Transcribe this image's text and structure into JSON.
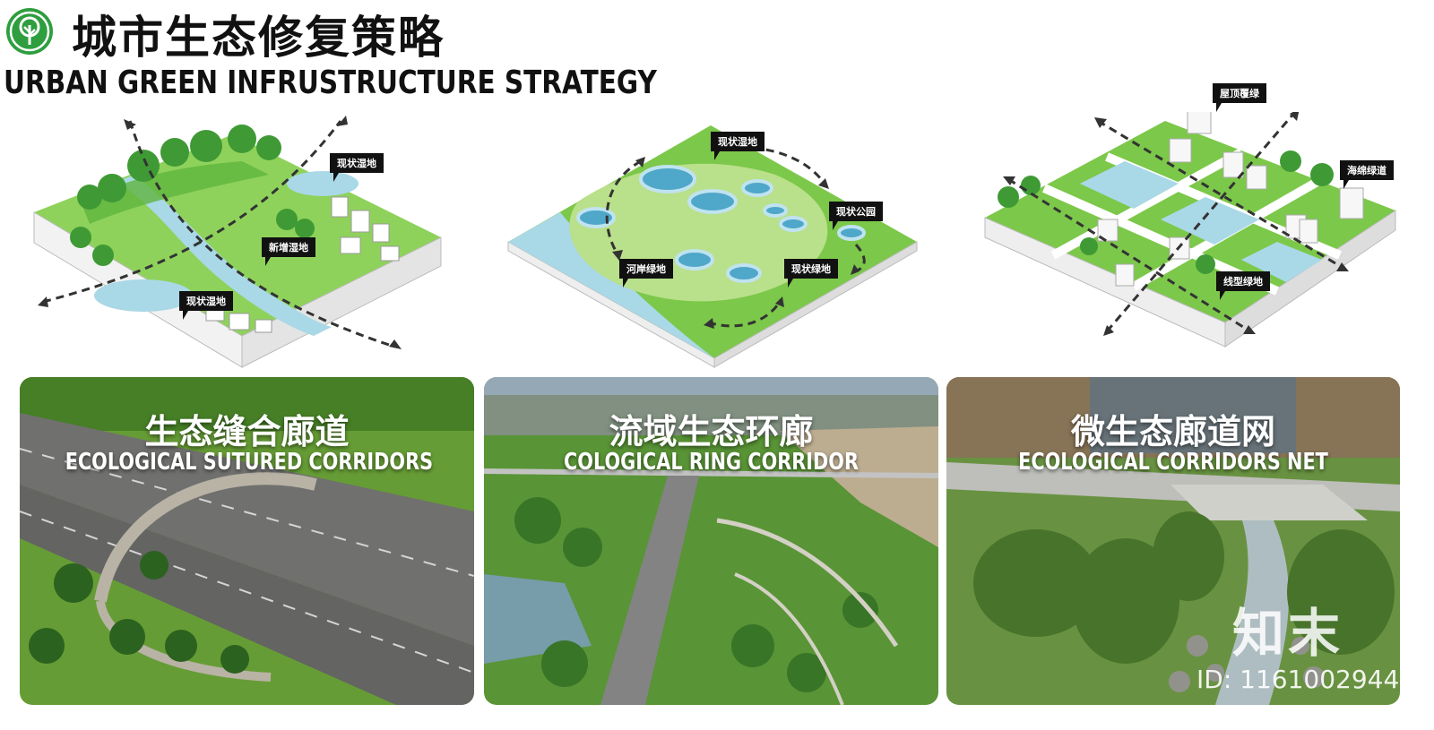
{
  "header": {
    "title_cn": "城市生态修复策略",
    "title_en": "URBAN GREEN INFRUSTRUCTURE STRATEGY",
    "logo_icon": "tree-icon",
    "accent_color": "#2e9e3f"
  },
  "diagrams": [
    {
      "labels": [
        "现状湿地",
        "新增湿地",
        "现状湿地"
      ]
    },
    {
      "labels": [
        "现状湿地",
        "现状公园",
        "河岸绿地",
        "现状绿地"
      ]
    },
    {
      "labels": [
        "屋顶覆绿",
        "海绵绿道",
        "线型绿地"
      ]
    }
  ],
  "photos": [
    {
      "title_cn": "生态缝合廊道",
      "title_en": "ECOLOGICAL SUTURED CORRIDORS"
    },
    {
      "title_cn": "流域生态环廊",
      "title_en": "COLOGICAL RING CORRIDOR"
    },
    {
      "title_cn": "微生态廊道网",
      "title_en": "ECOLOGICAL CORRIDORS NET"
    }
  ],
  "watermark": {
    "brand": "知末",
    "id": "ID: 1161002944"
  },
  "colors": {
    "grass": "#7cc84a",
    "deep_green": "#3f9a35",
    "water": "#a9d8e6",
    "dark_water": "#4fa7c9"
  }
}
